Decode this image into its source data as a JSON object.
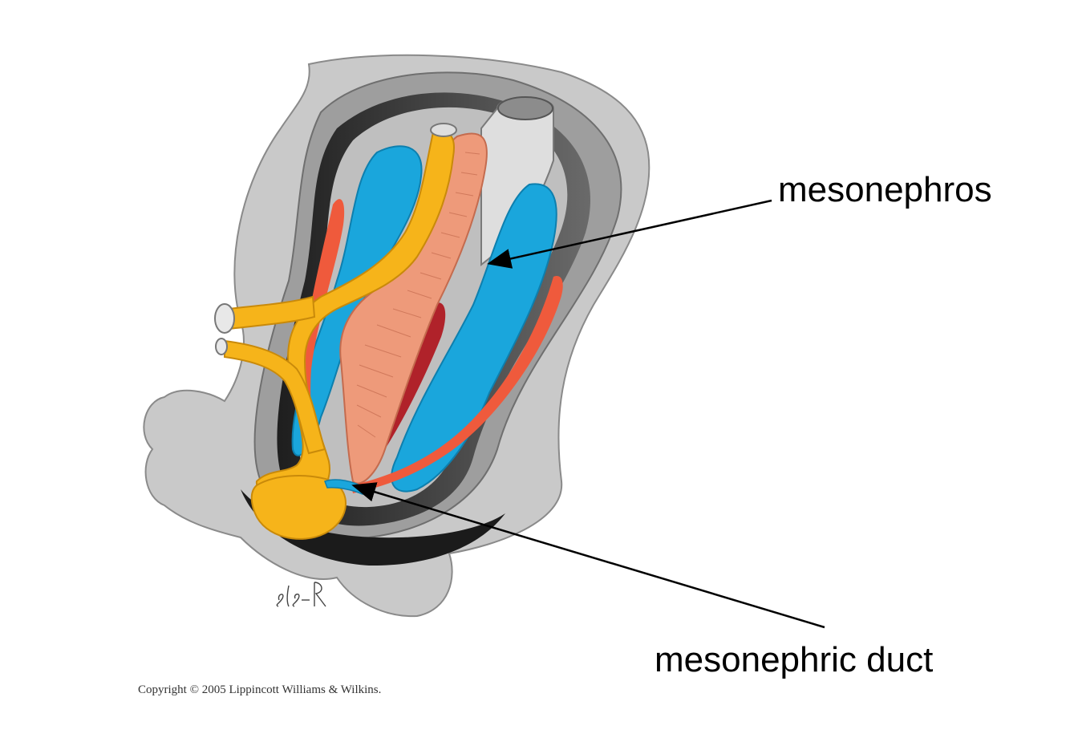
{
  "labels": {
    "mesonephros": "mesonephros",
    "mesonephric_duct": "mesonephric duct"
  },
  "copyright": "Copyright © 2005 Lippincott Williams & Wilkins.",
  "artist_signature": "sls-R",
  "colors": {
    "tissue_gray": "#c9c9c9",
    "tissue_outline": "#8a8a8a",
    "cavity_dark": "#2b2b2b",
    "mesonephros_blue": "#1aa6dc",
    "duct_yellow": "#f6b41a",
    "gut_salmon": "#ee9a7a",
    "vessel_red": "#ef5a3c",
    "dark_red": "#b0222a"
  }
}
